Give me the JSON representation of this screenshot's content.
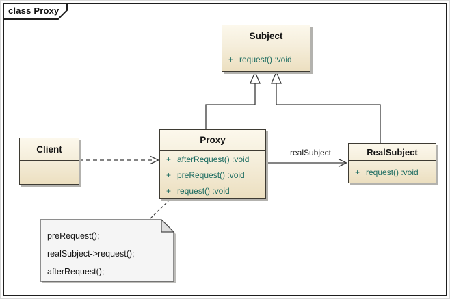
{
  "frame": {
    "label": "class Proxy"
  },
  "colors": {
    "box_fill_top": "#fcf8ec",
    "box_fill_bottom": "#ecdfc0",
    "box_border": "#3e3b33",
    "method_text": "#1b6b60",
    "title_text": "#141414",
    "shadow": "#b3b2ae",
    "note_fill": "#f5f5f5",
    "note_fold": "#dedede",
    "frame_border": "#1e1e1e",
    "line_color": "#3a3a3a"
  },
  "classes": {
    "subject": {
      "name": "Subject",
      "methods": [
        {
          "visibility": "+",
          "signature": "request() :void"
        }
      ]
    },
    "proxy": {
      "name": "Proxy",
      "methods": [
        {
          "visibility": "+",
          "signature": "afterRequest() :void"
        },
        {
          "visibility": "+",
          "signature": "preRequest() :void"
        },
        {
          "visibility": "+",
          "signature": "request() :void"
        }
      ]
    },
    "realsubject": {
      "name": "RealSubject",
      "methods": [
        {
          "visibility": "+",
          "signature": "request() :void"
        }
      ]
    },
    "client": {
      "name": "Client",
      "methods": []
    }
  },
  "relationships": {
    "generalization_proxy_to_subject": "generalization",
    "generalization_realsubject_to_subject": "generalization",
    "dependency_client_to_proxy": "dependency",
    "association_label": "realSubject"
  },
  "note": {
    "lines": [
      "preRequest();",
      "realSubject->request();",
      "afterRequest();"
    ]
  }
}
